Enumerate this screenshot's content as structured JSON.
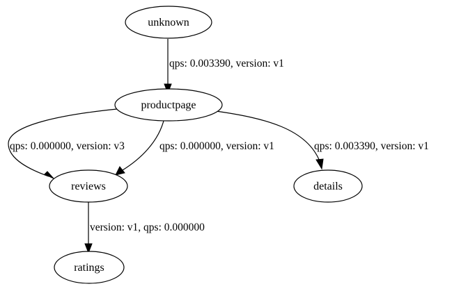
{
  "graph": {
    "nodes": {
      "unknown": "unknown",
      "productpage": "productpage",
      "reviews": "reviews",
      "details": "details",
      "ratings": "ratings"
    },
    "edges": {
      "unknown_productpage": "qps: 0.003390, version: v1",
      "productpage_reviews_v3": "qps: 0.000000, version: v3",
      "productpage_reviews_v1": "qps: 0.000000, version: v1",
      "productpage_details": "qps: 0.003390, version: v1",
      "reviews_ratings": "version: v1, qps: 0.000000"
    }
  }
}
